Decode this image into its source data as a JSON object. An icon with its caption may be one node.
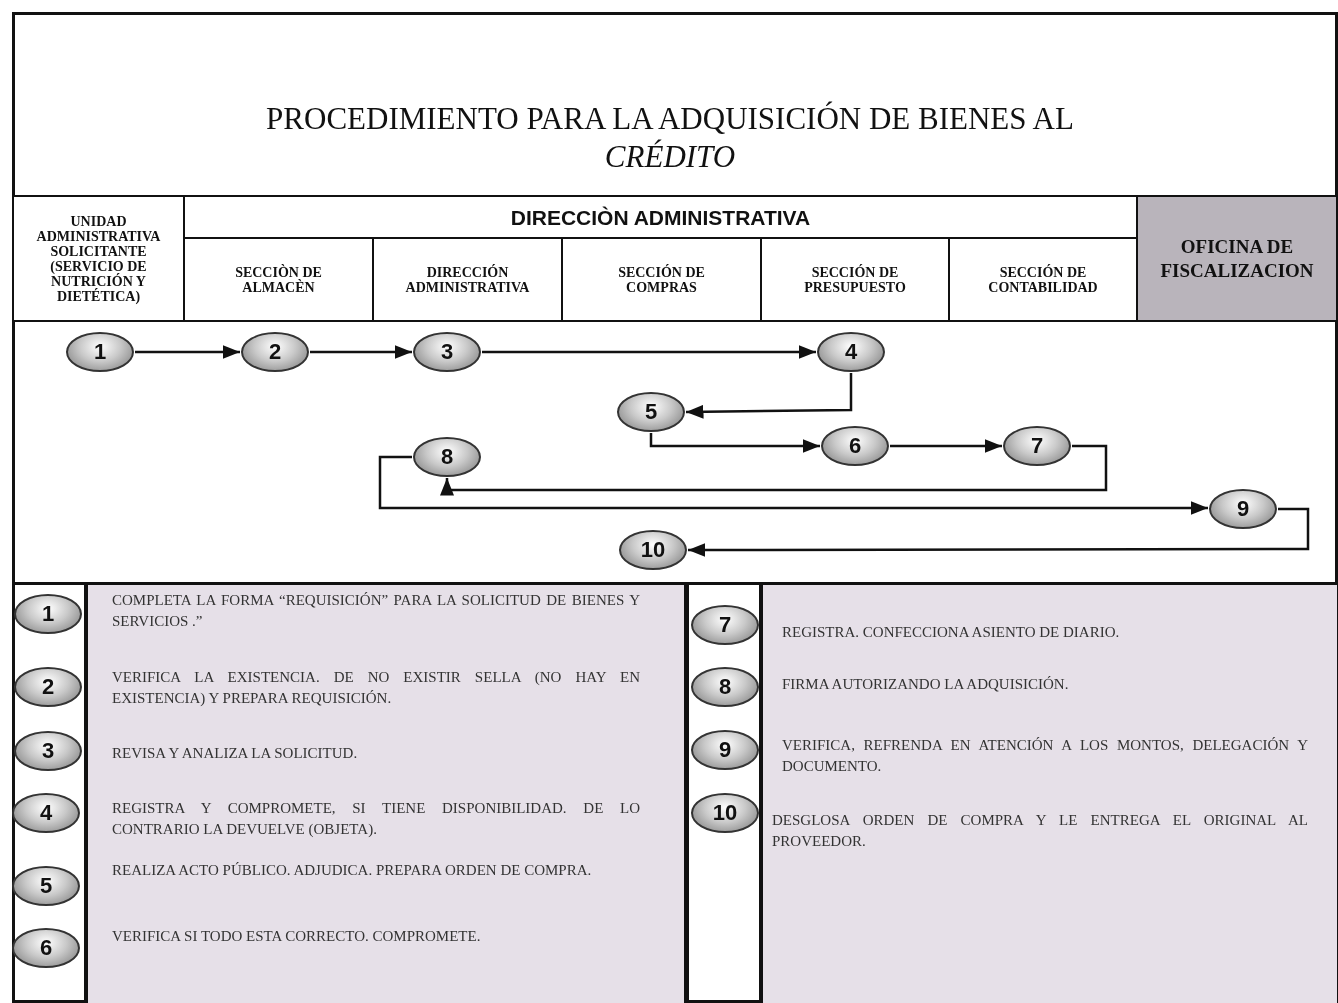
{
  "diagram": {
    "title": "PROCEDIMIENTO PARA LA ADQUISICIÓN DE BIENES AL *CRÉDITO*",
    "nodes": [
      {
        "text": [
          "UNIDAD ADMINISTRATIVA SOLICITANTE (SERVICIO DE NUTRICIÓN Y DIETÉTICA)"
        ]
      },
      {
        "text": [
          "DIRECCIÒN ADMINISTRATIVA"
        ]
      },
      {
        "text": [
          "SECCIÒN DE ALMACÈN"
        ]
      },
      {
        "text": [
          "DIRECCIÓN ADMINISTRATIVA"
        ]
      },
      {
        "text": [
          "SECCIÓN DE COMPRAS"
        ]
      },
      {
        "text": [
          "SECCIÓN DE PRESUPUESTO"
        ]
      },
      {
        "text": [
          "SECCIÓN DE CONTABILIDAD"
        ]
      },
      {
        "text": [
          "OFICINA DE FISCALIZACION"
        ]
      },
      {
        "text": [
          "1"
        ]
      },
      {
        "text": [
          "2"
        ]
      },
      {
        "text": [
          "3"
        ]
      },
      {
        "text": [
          "4"
        ]
      },
      {
        "text": [
          "5"
        ]
      },
      {
        "text": [
          "6"
        ]
      },
      {
        "text": [
          "7"
        ]
      },
      {
        "text": [
          "8"
        ]
      },
      {
        "text": [
          "9"
        ]
      },
      {
        "text": [
          "10"
        ]
      },
      {
        "text": [
          "1"
        ],
        "beside": [
          "COMPLETA LA FORMA “REQUISICIÓN” PARA LA SOLICITUD DE BIENES Y SERVICIOS .”"
        ]
      },
      {
        "text": [
          "2"
        ],
        "beside": [
          "VERIFICA LA EXISTENCIA. DE NO EXISTIR SELLA (NO HAY EN EXISTENCIA) Y PREPARA REQUISICIÓN."
        ]
      },
      {
        "text": [
          "3"
        ],
        "beside": [
          "REVISA Y ANALIZA LA SOLICITUD."
        ]
      },
      {
        "text": [
          "4"
        ],
        "beside": [
          "REGISTRA Y COMPROMETE, SI TIENE DISPONIBILIDAD. DE LO CONTRARIO LA DEVUELVE (OBJETA)."
        ]
      },
      {
        "text": [
          "5"
        ],
        "beside": [
          "REALIZA ACTO PÚBLICO. ADJUDICA. PREPARA ORDEN DE COMPRA."
        ]
      },
      {
        "text": [
          "6"
        ],
        "beside": [
          "VERIFICA SI TODO ESTA CORRECTO. COMPROMETE."
        ]
      },
      {
        "text": [
          "7"
        ],
        "beside": [
          "REGISTRA. CONFECCIONA ASIENTO DE DIARIO."
        ]
      },
      {
        "text": [
          "8"
        ],
        "beside": [
          "FIRMA AUTORIZANDO LA ADQUISICIÓN."
        ]
      },
      {
        "text": [
          "9"
        ],
        "beside": [
          "VERIFICA, REFRENDA EN ATENCIÓN A LOS MONTOS, DELEGACIÓN Y DOCUMENTO."
        ]
      },
      {
        "text": [
          "10"
        ],
        "beside": [
          "DESGLOSA ORDEN DE COMPRA Y LE ENTREGA EL ORIGINAL AL PROVEEDOR."
        ]
      }
    ],
    "edges": [
      {
        "from": 8,
        "to": 9,
        "arrow": "to"
      },
      {
        "from": 9,
        "to": 10,
        "arrow": "to"
      },
      {
        "from": 10,
        "to": 11,
        "arrow": "to"
      },
      {
        "from": 11,
        "to": 12,
        "arrow": "to"
      },
      {
        "from": 12,
        "to": 13,
        "arrow": "to"
      },
      {
        "from": 13,
        "to": 14,
        "arrow": "to"
      },
      {
        "from": 14,
        "to": 15,
        "arrow": "to"
      },
      {
        "from": 15,
        "to": 16,
        "arrow": "to"
      },
      {
        "from": 16,
        "to": 17,
        "arrow": "to"
      }
    ]
  }
}
